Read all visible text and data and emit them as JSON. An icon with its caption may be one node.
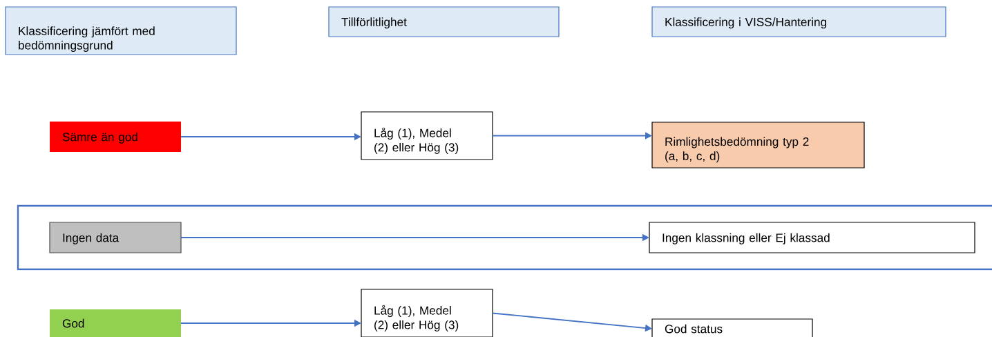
{
  "diagram": {
    "nodes": [
      {
        "text": [
          "Klassificering jämfört med bedömningsgrund"
        ]
      },
      {
        "text": [
          "Tillförlitlighet"
        ]
      },
      {
        "text": [
          "Klassificering i VISS/Hantering"
        ]
      },
      {
        "text": [
          "Sämre än god"
        ]
      },
      {
        "text": [
          "Låg (1), Medel (2) eller Hög (3)"
        ]
      },
      {
        "text": [
          "Rimlighetsbedömning typ 2 (a, b, c, d)"
        ]
      },
      {
        "text": [],
        "shape": "box"
      },
      {
        "text": [
          "Ingen data"
        ],
        "in": 6
      },
      {
        "text": [
          "Ingen klassning eller Ej klassad"
        ],
        "in": 6
      },
      {
        "text": [
          "God"
        ]
      },
      {
        "text": [
          "Låg (1), Medel (2) eller Hög (3)"
        ]
      },
      {
        "text": [
          "God status"
        ]
      }
    ],
    "edges": [
      {
        "from": 3,
        "to": 4,
        "arrow": "to"
      },
      {
        "from": 4,
        "to": 5,
        "arrow": "to"
      },
      {
        "from": 7,
        "to": 8,
        "arrow": "to"
      },
      {
        "from": 9,
        "to": 10,
        "arrow": "to"
      },
      {
        "from": 10,
        "to": 11,
        "arrow": "to"
      }
    ]
  }
}
